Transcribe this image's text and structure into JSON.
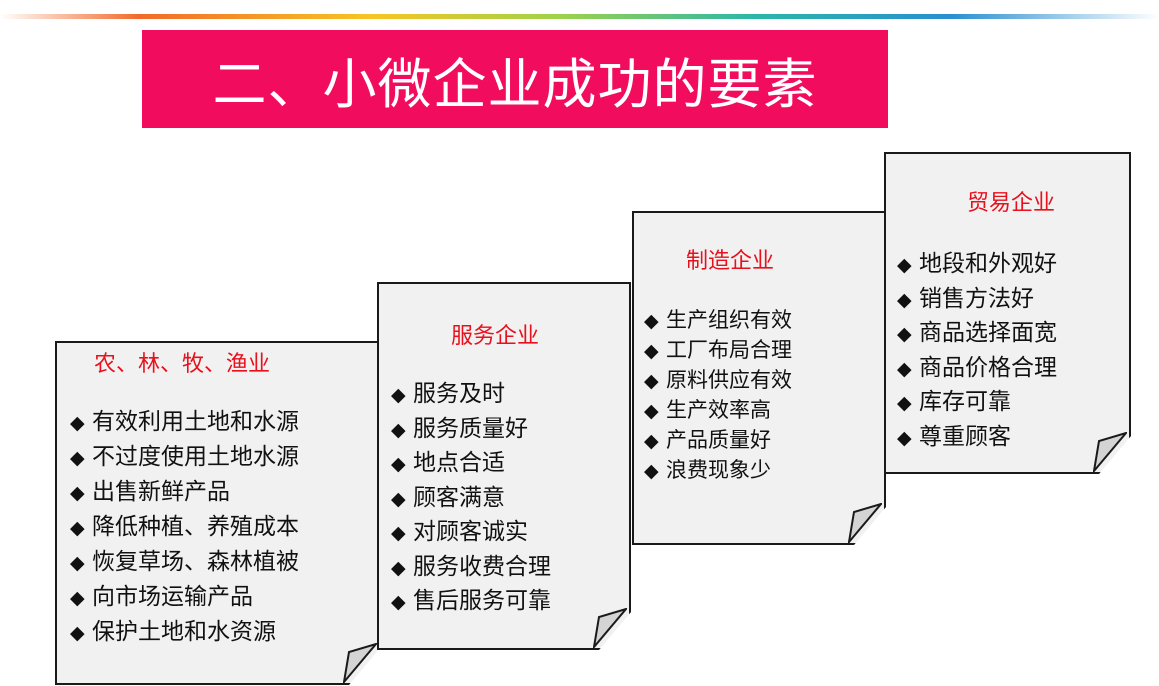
{
  "slide": {
    "title": "二、小微企业成功的要素",
    "accent_color": "#f20c5e",
    "heading_color": "#e8101c",
    "bullet_glyph": "◆"
  },
  "cards": [
    {
      "heading": "农、林、牧、渔业",
      "items": [
        "有效利用土地和水源",
        "不过度使用土地水源",
        "出售新鲜产品",
        "降低种植、养殖成本",
        "恢复草场、森林植被",
        "向市场运输产品",
        "保护土地和水资源"
      ]
    },
    {
      "heading": "服务企业",
      "items": [
        "服务及时",
        "服务质量好",
        "地点合适",
        "顾客满意",
        "对顾客诚实",
        "服务收费合理",
        "售后服务可靠"
      ]
    },
    {
      "heading": "制造企业",
      "items": [
        "生产组织有效",
        "工厂布局合理",
        "原料供应有效",
        "生产效率高",
        "产品质量好",
        "浪费现象少"
      ]
    },
    {
      "heading": "贸易企业",
      "items": [
        "地段和外观好",
        "销售方法好",
        "商品选择面宽",
        "商品价格合理",
        "库存可靠",
        "尊重顾客"
      ]
    }
  ]
}
